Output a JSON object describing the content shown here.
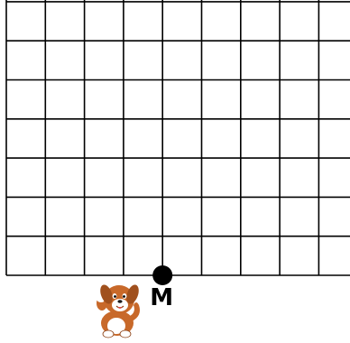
{
  "grid": {
    "columns": 9,
    "rows": 7,
    "line_color": "#000000",
    "background": "#ffffff"
  },
  "point": {
    "label": "M",
    "grid_column": 4,
    "grid_row": 7,
    "color": "#000000"
  },
  "character": {
    "icon": "puppy-icon",
    "fur_color": "#c8692a",
    "face_color": "#ffffff"
  }
}
